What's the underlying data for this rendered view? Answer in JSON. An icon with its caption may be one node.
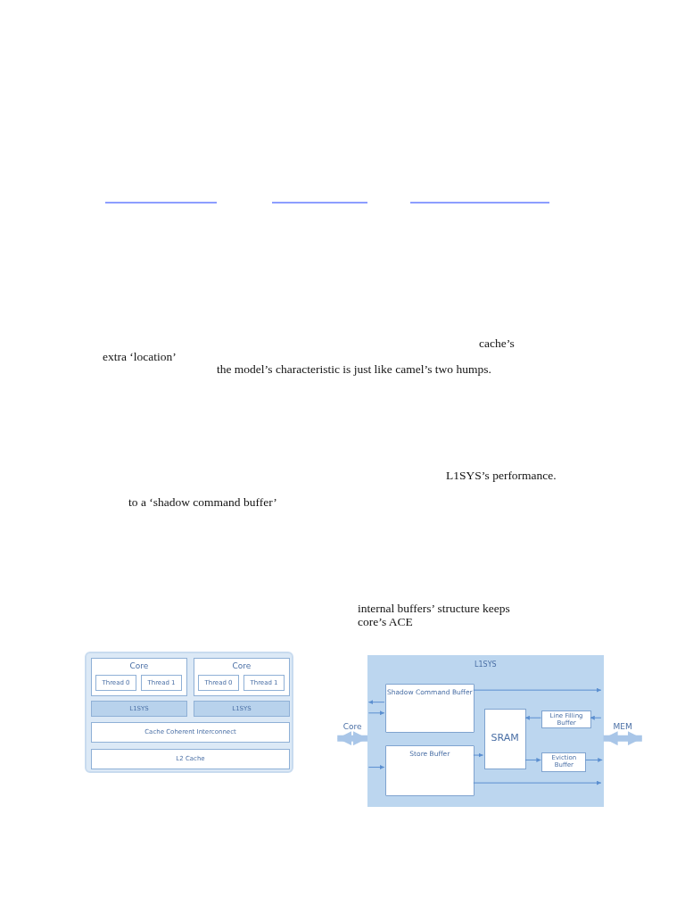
{
  "diagram": {
    "nodes": [
      {
        "text": [],
        "shape": "box"
      },
      {
        "text": [
          "Core"
        ],
        "in": 0
      },
      {
        "text": [
          "Thread 0"
        ],
        "in": 1
      },
      {
        "text": [
          "Thread 1"
        ],
        "in": 1
      },
      {
        "text": [
          "Core"
        ],
        "in": 0
      },
      {
        "text": [
          "Thread 0"
        ],
        "in": 4
      },
      {
        "text": [
          "Thread 1"
        ],
        "in": 4
      },
      {
        "text": [
          "L1SYS"
        ],
        "in": 0
      },
      {
        "text": [
          "L1SYS"
        ],
        "in": 0
      },
      {
        "text": [
          "Cache Coherent Interconnect"
        ],
        "in": 0
      },
      {
        "text": [
          "L2 Cache"
        ],
        "in": 0
      },
      {
        "text": [
          "L1SYS"
        ]
      },
      {
        "text": [
          "Shadow Command Buffer"
        ],
        "in": 11
      },
      {
        "text": [
          "Store Buffer"
        ],
        "in": 11
      },
      {
        "text": [
          "SRAM"
        ],
        "in": 11
      },
      {
        "text": [
          "Line Filling Buffer"
        ],
        "in": 11
      },
      {
        "text": [
          "Eviction Buffer"
        ],
        "in": 11
      }
    ],
    "edges": [
      {
        "from": null,
        "to": 11,
        "arrow": "both",
        "label": "Core",
        "style": "thick",
        "color": "#a9c6e8"
      },
      {
        "from": 11,
        "to": null,
        "arrow": "both",
        "label": "MEM",
        "style": "thick",
        "color": "#a9c6e8"
      },
      {
        "from": 12,
        "to": null,
        "arrow": "to"
      },
      {
        "from": 12,
        "to": null,
        "arrow": "to"
      },
      {
        "from": null,
        "to": 12,
        "arrow": "to"
      },
      {
        "from": null,
        "to": 13,
        "arrow": "to"
      },
      {
        "from": 13,
        "to": 14,
        "arrow": "to"
      },
      {
        "from": 15,
        "to": 14,
        "arrow": "to"
      },
      {
        "from": null,
        "to": 15,
        "arrow": "to"
      },
      {
        "from": 14,
        "to": 16,
        "arrow": "to"
      },
      {
        "from": 16,
        "to": null,
        "arrow": "to"
      },
      {
        "from": 13,
        "to": null,
        "arrow": "to"
      }
    ],
    "labels": [
      "cache’s",
      "extra ‘location’",
      "the model’s characteristic is just like camel’s two humps.",
      "L1SYS’s performance.",
      "to a ‘shadow command buffer’",
      "internal buffers’ structure keeps",
      "core’s ACE"
    ]
  }
}
